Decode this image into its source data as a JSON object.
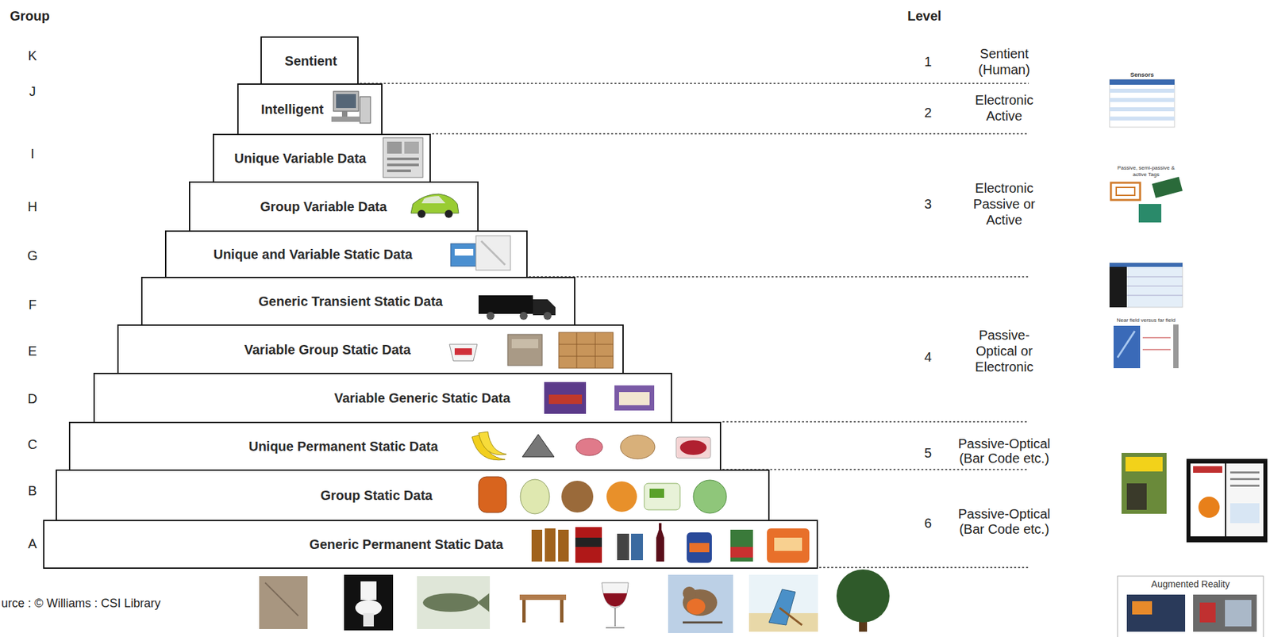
{
  "diagram": {
    "nodes": [
      {
        "text": [
          "Sentient"
        ]
      },
      {
        "text": [
          "Intelligent"
        ]
      },
      {
        "text": [
          "Unique Variable Data"
        ]
      },
      {
        "text": [
          "Group Variable Data"
        ]
      },
      {
        "text": [
          "Unique and Variable Static Data"
        ]
      },
      {
        "text": [
          "Generic Transient Static Data"
        ]
      },
      {
        "text": [
          "Variable Group Static Data"
        ]
      },
      {
        "text": [
          "Variable Generic Static Data"
        ]
      },
      {
        "text": [
          "Unique Permanent Static Data"
        ]
      },
      {
        "text": [
          "Group Static Data"
        ]
      },
      {
        "text": [
          "Generic Permanent Static Data"
        ]
      }
    ],
    "labels": [
      "Group",
      "Level",
      "K",
      "1",
      "Sentient (Human)",
      "J",
      "2",
      "Electronic Active",
      "Sensors",
      "I",
      "Passive, semi-passive & active Tags",
      "H",
      "3",
      "Electronic Passive or Active",
      "G",
      "F",
      "Near field versus far field",
      "E",
      "4",
      "Passive- Optical or Electronic",
      "D",
      "C",
      "5",
      "Passive-Optical (Bar Code etc.)",
      "B",
      "6",
      "Passive-Optical (Bar Code etc.)",
      "A",
      "urce : © Williams : CSI Library",
      "Augmented Reality"
    ]
  }
}
